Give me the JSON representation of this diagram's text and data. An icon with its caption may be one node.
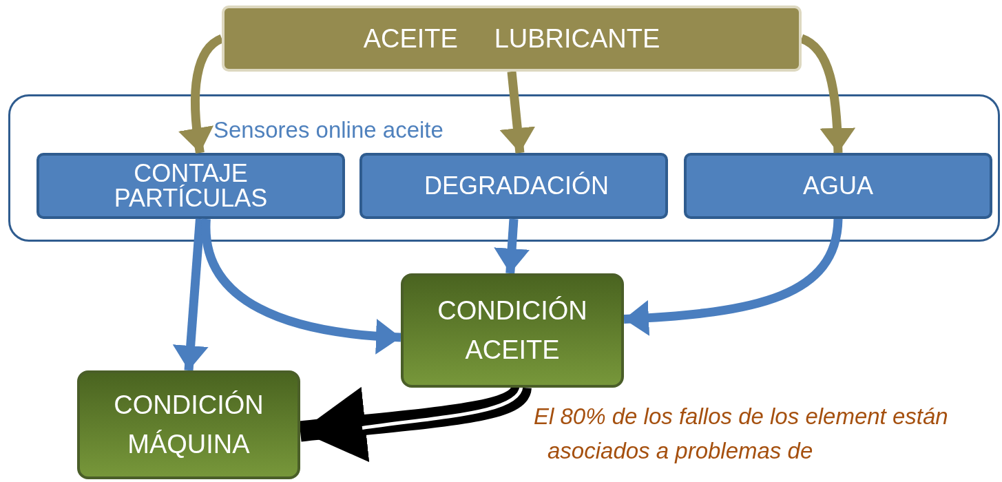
{
  "diagram": {
    "nodes": [
      {
        "text": [
          "ACEITE     LUBRICANTE"
        ]
      },
      {
        "text": [
          "Sensores online aceite"
        ]
      },
      {
        "text": [
          "CONTAJE PARTÍCULAS"
        ],
        "in": 1
      },
      {
        "text": [
          "DEGRADACIÓN"
        ],
        "in": 1
      },
      {
        "text": [
          "AGUA"
        ],
        "in": 1
      },
      {
        "text": [
          "CONDICIÓN ACEITE"
        ]
      },
      {
        "text": [
          "CONDICIÓN MÁQUINA"
        ]
      }
    ],
    "edges": [
      {
        "from": 0,
        "to": 2,
        "arrow": "to",
        "color": "#958b4f"
      },
      {
        "from": 0,
        "to": 3,
        "arrow": "to",
        "color": "#958b4f"
      },
      {
        "from": 0,
        "to": 4,
        "arrow": "to",
        "color": "#958b4f"
      },
      {
        "from": 2,
        "to": 6,
        "arrow": "to"
      },
      {
        "from": 2,
        "to": 5,
        "arrow": "to"
      },
      {
        "from": 3,
        "to": 5,
        "arrow": "to"
      },
      {
        "from": 4,
        "to": 5,
        "arrow": "to"
      },
      {
        "from": 5,
        "to": 6,
        "arrow": "to",
        "style": "thick",
        "color": "#000000"
      }
    ],
    "labels": [
      "El  80% de los fallos de los element están asociados a problemas de"
    ]
  }
}
